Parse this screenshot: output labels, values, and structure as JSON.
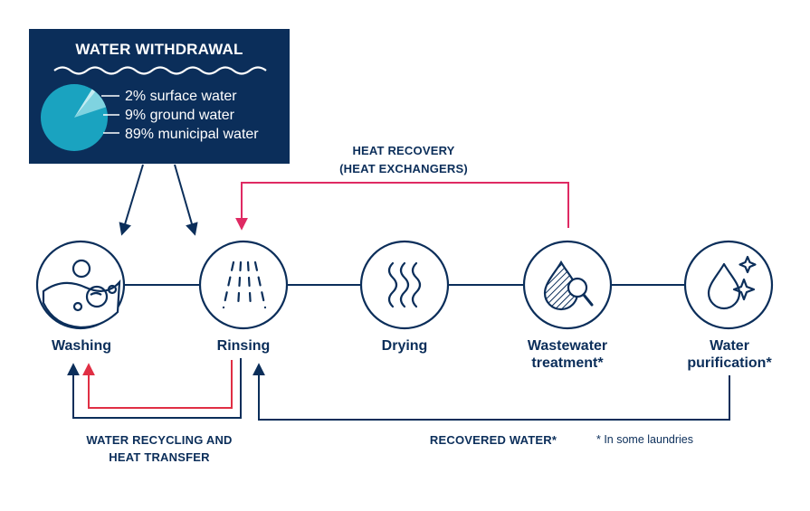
{
  "colors": {
    "navy": "#0b2e5a",
    "red": "#e02f44",
    "pink": "#df2a63",
    "pie_municipal": "#1aa3c0",
    "pie_ground": "#7fd3e0",
    "pie_surface": "#c4ecf2"
  },
  "withdrawal": {
    "title": "WATER WITHDRAWAL",
    "legend": [
      "2% surface water",
      "9% ground water",
      "89% municipal water"
    ],
    "shares": [
      {
        "source": "surface",
        "percent": 2
      },
      {
        "source": "ground",
        "percent": 9
      },
      {
        "source": "municipal",
        "percent": 89
      }
    ]
  },
  "stages": [
    {
      "label": [
        "Washing"
      ],
      "icon": "washing-machine-bubbles-icon"
    },
    {
      "label": [
        "Rinsing"
      ],
      "icon": "rinse-spray-icon"
    },
    {
      "label": [
        "Drying"
      ],
      "icon": "heat-waves-icon"
    },
    {
      "label": [
        "Wastewater",
        "treatment*"
      ],
      "icon": "water-drop-magnifier-icon"
    },
    {
      "label": [
        "Water",
        "purification*"
      ],
      "icon": "sparkling-drop-icon"
    }
  ],
  "flows": {
    "heat_recovery": [
      "HEAT RECOVERY",
      "(HEAT EXCHANGERS)"
    ],
    "recycling": [
      "WATER RECYCLING AND",
      "HEAT TRANSFER"
    ],
    "recovered": "RECOVERED WATER*"
  },
  "note": "* In some laundries"
}
